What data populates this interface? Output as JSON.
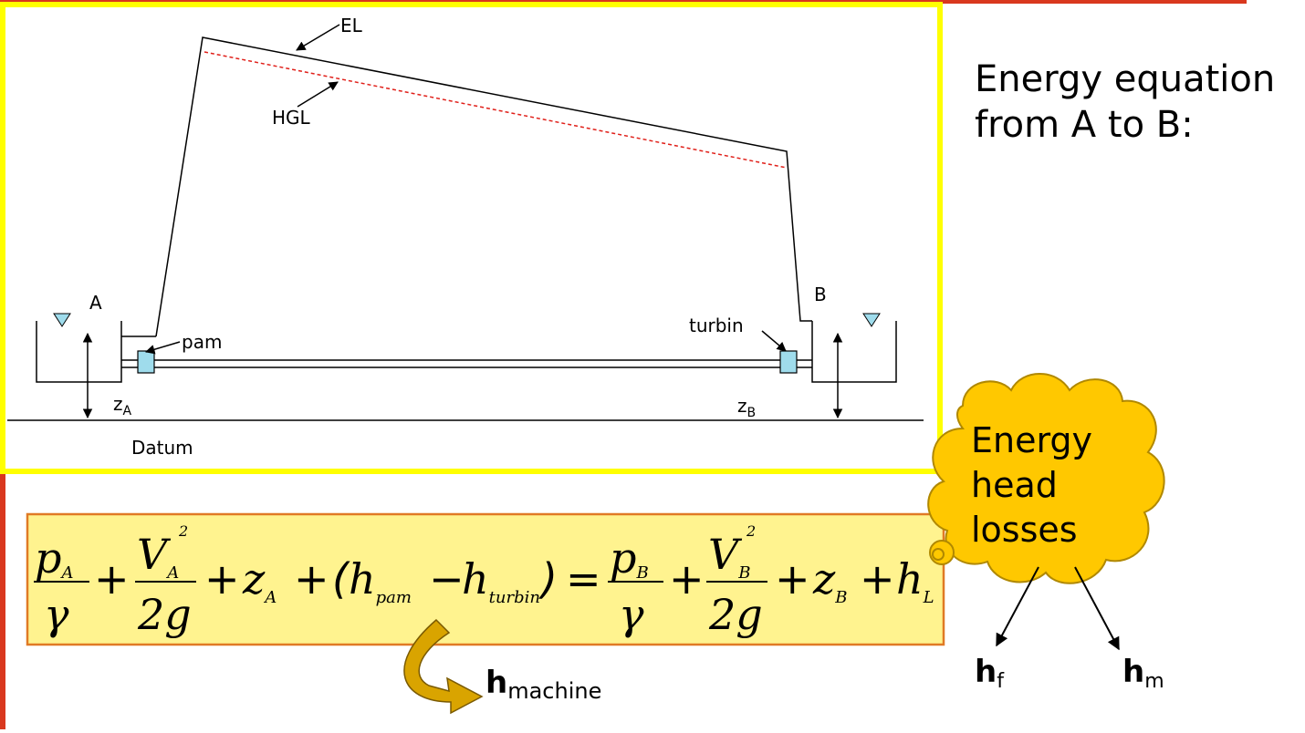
{
  "slide": {
    "title_lines": [
      "Energy equation",
      "from A to B:"
    ],
    "colors": {
      "accent_bar": "#d9381e",
      "frame": "#ffff00",
      "formula_fill": "#fff38f",
      "formula_border": "#e07a25",
      "cloud_fill": "#ffc800",
      "cloud_stroke": "#b08800",
      "hgl": "#e0201a",
      "reservoir_marker": "#9fdcec",
      "arrow_fill": "#d9a400"
    }
  },
  "diagram": {
    "labels": {
      "el": "EL",
      "hgl": "HGL",
      "reservoir_a": "A",
      "reservoir_b": "B",
      "pump": "pam",
      "turbine": "turbin",
      "za_main": "z",
      "za_sub": "A",
      "zb_main": "z",
      "zb_sub": "B",
      "datum": "Datum"
    }
  },
  "equation": {
    "pA": "p",
    "pA_sub": "A",
    "gamma1": "γ",
    "VA": "V",
    "VA_sub": "A",
    "VA_sup": "2",
    "twog1": "2g",
    "plus1": "+",
    "plus2": "+",
    "zA": "z",
    "zA_sub": "A",
    "plus3": "+",
    "lparen": "(",
    "h1": "h",
    "h1_sub": "pam",
    "minus": "−",
    "h2": "h",
    "h2_sub": "turbin",
    "rparen": ")",
    "equals": "=",
    "pB": "p",
    "pB_sub": "B",
    "gamma2": "γ",
    "plus4": "+",
    "VB": "V",
    "VB_sub": "B",
    "VB_sup": "2",
    "twog2": "2g",
    "plus5": "+",
    "zB": "z",
    "zB_sub": "B",
    "plus6": "+",
    "hL": "h",
    "hL_sub": "L"
  },
  "callouts": {
    "machine_main": "h",
    "machine_sub": "machine",
    "cloud_lines": [
      "Energy",
      "head",
      "losses"
    ],
    "hf_main": "h",
    "hf_sub": "f",
    "hm_main": "h",
    "hm_sub": "m"
  }
}
